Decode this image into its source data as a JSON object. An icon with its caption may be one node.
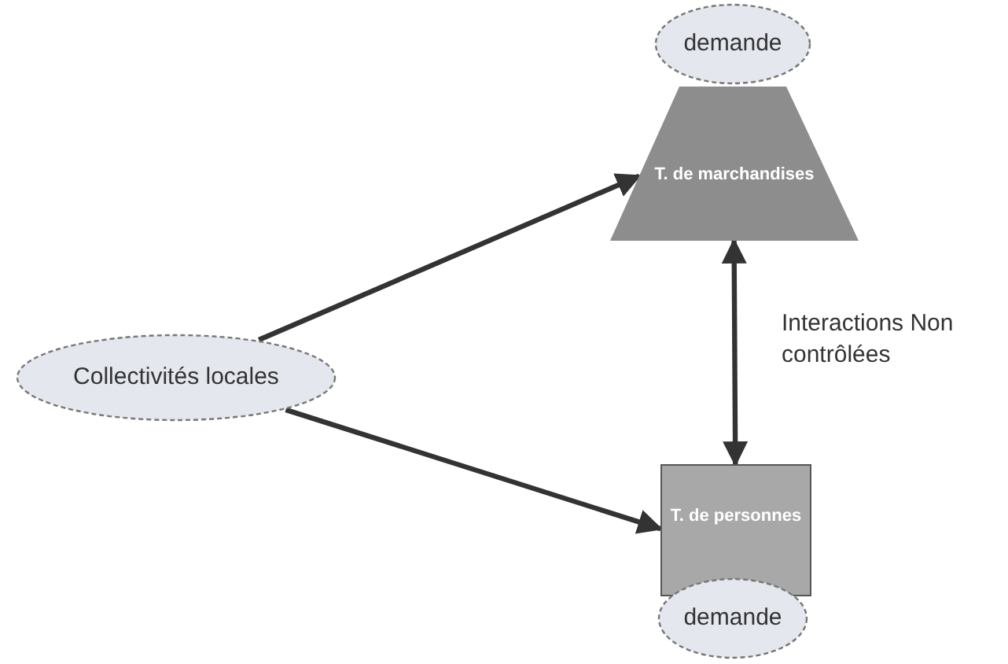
{
  "diagram": {
    "nodes": [
      {
        "text": [
          "Collectivités locales"
        ]
      },
      {
        "text": [
          "demande"
        ]
      },
      {
        "text": [
          "T. de marchandises"
        ]
      },
      {
        "text": [
          "T. de personnes"
        ]
      },
      {
        "text": [
          "demande"
        ]
      }
    ],
    "edges": [
      {
        "from": 0,
        "to": 2,
        "arrow": "to"
      },
      {
        "from": 0,
        "to": 3,
        "arrow": "to"
      },
      {
        "from": 2,
        "to": 3,
        "arrow": "both",
        "label": "Interactions Non contrôlées"
      }
    ]
  }
}
